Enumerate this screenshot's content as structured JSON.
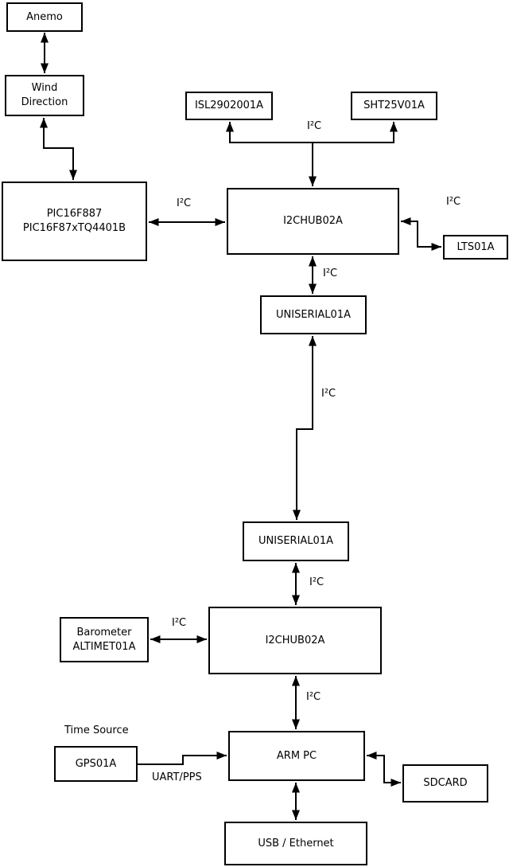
{
  "diagram": {
    "background_color": "#ffffff",
    "line_color": "#000000",
    "nodes": {
      "anemo": {
        "label": "Anemo"
      },
      "wind_direction": {
        "lines": [
          "Wind",
          "Direction"
        ]
      },
      "pic": {
        "lines": [
          "PIC16F887",
          "PIC16F87xTQ4401B"
        ]
      },
      "isl": {
        "label": "ISL2902001A"
      },
      "sht": {
        "label": "SHT25V01A"
      },
      "hub1": {
        "label": "I2CHUB02A"
      },
      "lts": {
        "label": "LTS01A"
      },
      "uniserial1": {
        "label": "UNISERIAL01A"
      },
      "uniserial2": {
        "label": "UNISERIAL01A"
      },
      "hub2": {
        "label": "I2CHUB02A"
      },
      "barometer": {
        "lines": [
          "Barometer",
          "ALTIMET01A"
        ]
      },
      "gps": {
        "label": "GPS01A"
      },
      "arm_pc": {
        "label": "ARM PC"
      },
      "sdcard": {
        "label": "SDCARD"
      },
      "usb_ethernet": {
        "label": "USB / Ethernet"
      }
    },
    "labels": {
      "sensors_bus": "I²C",
      "pic_hub1": "I²C",
      "hub1_lts": "I²C",
      "hub1_uniserial1": "I²C",
      "uniserial_link": "I²C",
      "uniserial2_hub2": "I²C",
      "barometer_hub2": "I²C",
      "hub2_arm_pc": "I²C",
      "time_source": "Time Source",
      "uart_pps": "UART/PPS"
    },
    "edges": [
      {
        "from": "anemo",
        "to": "wind_direction",
        "direction": "bidirectional",
        "label": ""
      },
      {
        "from": "wind_direction",
        "to": "pic",
        "direction": "bidirectional",
        "label": ""
      },
      {
        "from": "pic",
        "to": "hub1",
        "direction": "bidirectional",
        "label": "I²C"
      },
      {
        "from": "hub1",
        "to": "isl",
        "direction": "to",
        "label": "I²C"
      },
      {
        "from": "hub1",
        "to": "sht",
        "direction": "to",
        "label": "I²C"
      },
      {
        "from": "hub1",
        "to": "lts",
        "direction": "bidirectional",
        "label": "I²C"
      },
      {
        "from": "hub1",
        "to": "uniserial1",
        "direction": "bidirectional",
        "label": "I²C"
      },
      {
        "from": "uniserial1",
        "to": "uniserial2",
        "direction": "bidirectional",
        "label": "I²C"
      },
      {
        "from": "uniserial2",
        "to": "hub2",
        "direction": "bidirectional",
        "label": "I²C"
      },
      {
        "from": "hub2",
        "to": "barometer",
        "direction": "bidirectional",
        "label": "I²C"
      },
      {
        "from": "hub2",
        "to": "arm_pc",
        "direction": "bidirectional",
        "label": "I²C"
      },
      {
        "from": "gps",
        "to": "arm_pc",
        "direction": "to",
        "label": "UART/PPS"
      },
      {
        "from": "arm_pc",
        "to": "sdcard",
        "direction": "bidirectional",
        "label": ""
      },
      {
        "from": "arm_pc",
        "to": "usb_ethernet",
        "direction": "bidirectional",
        "label": ""
      }
    ]
  }
}
